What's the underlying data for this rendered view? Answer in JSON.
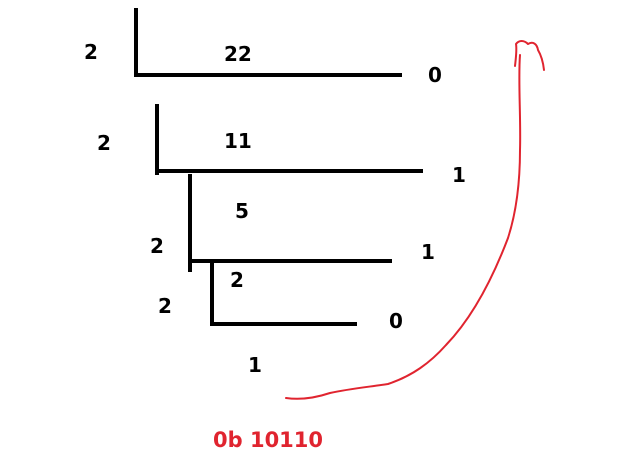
{
  "colors": {
    "ink": "#000000",
    "arrow": "#e0242f"
  },
  "divisions": [
    {
      "divisor": "2",
      "dividend": "22",
      "remainder": "0"
    },
    {
      "divisor": "2",
      "dividend": "11",
      "remainder": "1"
    },
    {
      "divisor": "2",
      "dividend": "5",
      "remainder": "1"
    },
    {
      "divisor": "2",
      "dividend": "2",
      "remainder": "0"
    }
  ],
  "final_quotient": "1",
  "result": "0b 10110"
}
